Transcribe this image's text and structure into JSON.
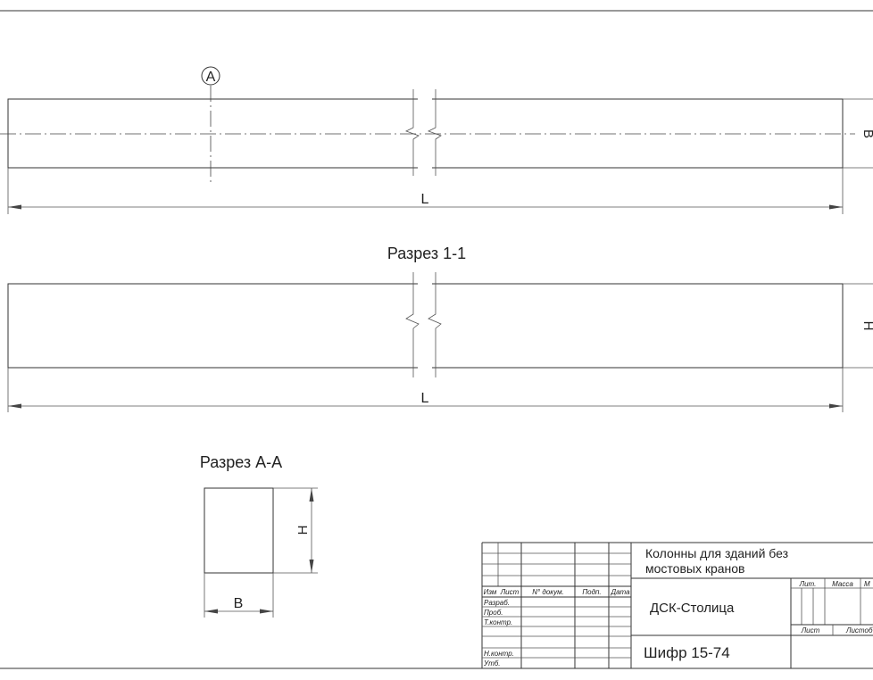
{
  "labels": {
    "axis_marker": "A",
    "length_top": "L",
    "width_side": "B",
    "section_1_title": "Разрез 1-1",
    "length_section": "L",
    "height_side": "H",
    "section_a_title": "Разрез А-А",
    "section_a_height": "H",
    "section_a_width": "B"
  },
  "title_block": {
    "title_line1": "Колонны для зданий без",
    "title_line2": "мостовых кранов",
    "organization": "ДСК-Столица",
    "code": "Шифр 15-74",
    "header": {
      "izm": "Изм",
      "list": "Лист",
      "doc_no": "N° докум.",
      "sign": "Подп.",
      "date": "Дата"
    },
    "roles": {
      "developed": "Разраб.",
      "checked": "Проб.",
      "tech_control": "Т.контр.",
      "norm_control": "Н.контр.",
      "approved": "Утб."
    },
    "meta": {
      "lit": "Лит.",
      "mass": "Масса",
      "scale_abbr": "М",
      "sheet": "Лист",
      "sheets": "Листоб"
    }
  }
}
